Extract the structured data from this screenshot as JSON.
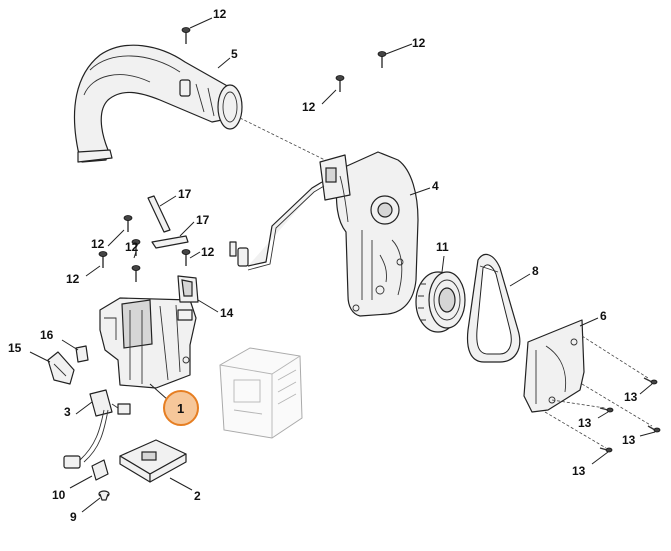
{
  "diagram": {
    "highlight_color": "#e67e22",
    "labels": [
      {
        "id": "l12a",
        "text": "12"
      },
      {
        "id": "l5",
        "text": "5"
      },
      {
        "id": "l12b",
        "text": "12"
      },
      {
        "id": "l12c",
        "text": "12"
      },
      {
        "id": "l4",
        "text": "4"
      },
      {
        "id": "l17a",
        "text": "17"
      },
      {
        "id": "l17b",
        "text": "17"
      },
      {
        "id": "l12d",
        "text": "12"
      },
      {
        "id": "l12e",
        "text": "12"
      },
      {
        "id": "l12f",
        "text": "12"
      },
      {
        "id": "l12g",
        "text": "12"
      },
      {
        "id": "l11",
        "text": "11"
      },
      {
        "id": "l8",
        "text": "8"
      },
      {
        "id": "l14",
        "text": "14"
      },
      {
        "id": "l6",
        "text": "6"
      },
      {
        "id": "l16",
        "text": "16"
      },
      {
        "id": "l15",
        "text": "15"
      },
      {
        "id": "l1",
        "text": "1"
      },
      {
        "id": "l3",
        "text": "3"
      },
      {
        "id": "l13a",
        "text": "13"
      },
      {
        "id": "l13b",
        "text": "13"
      },
      {
        "id": "l13c",
        "text": "13"
      },
      {
        "id": "l13d",
        "text": "13"
      },
      {
        "id": "l10",
        "text": "10"
      },
      {
        "id": "l2",
        "text": "2"
      },
      {
        "id": "l9",
        "text": "9"
      }
    ]
  }
}
